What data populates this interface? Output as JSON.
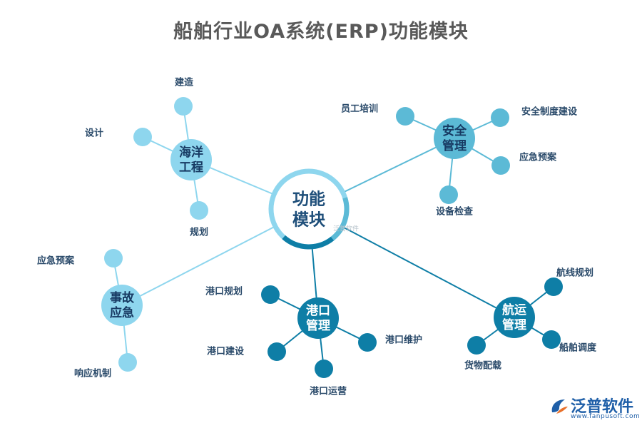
{
  "title": "船舶行业OA系统(ERP)功能模块",
  "center": {
    "label_line1": "功能",
    "label_line2": "模块",
    "watermark": "泛普软件"
  },
  "modules": [
    {
      "id": "marine",
      "line1": "海洋",
      "line2": "工程",
      "color": "#8ed6ee",
      "leaves": [
        "建造",
        "设计",
        "规划"
      ]
    },
    {
      "id": "safety",
      "line1": "安全",
      "line2": "管理",
      "color": "#5cbad6",
      "leaves": [
        "员工培训",
        "安全制度建设",
        "应急预案",
        "设备检查"
      ]
    },
    {
      "id": "emergency",
      "line1": "事故",
      "line2": "应急",
      "color": "#8ed6ee",
      "leaves": [
        "应急预案",
        "响应机制"
      ]
    },
    {
      "id": "port",
      "line1": "港口",
      "line2": "管理",
      "color": "#0e7ea6",
      "leaves": [
        "港口规划",
        "港口建设",
        "港口运营",
        "港口维护"
      ]
    },
    {
      "id": "shipping",
      "line1": "航运",
      "line2": "管理",
      "color": "#0e7ea6",
      "leaves": [
        "航线规划",
        "船舶调度",
        "货物配载"
      ]
    }
  ],
  "logo": {
    "name": "泛普软件",
    "url": "www.fanpusoft.com"
  }
}
